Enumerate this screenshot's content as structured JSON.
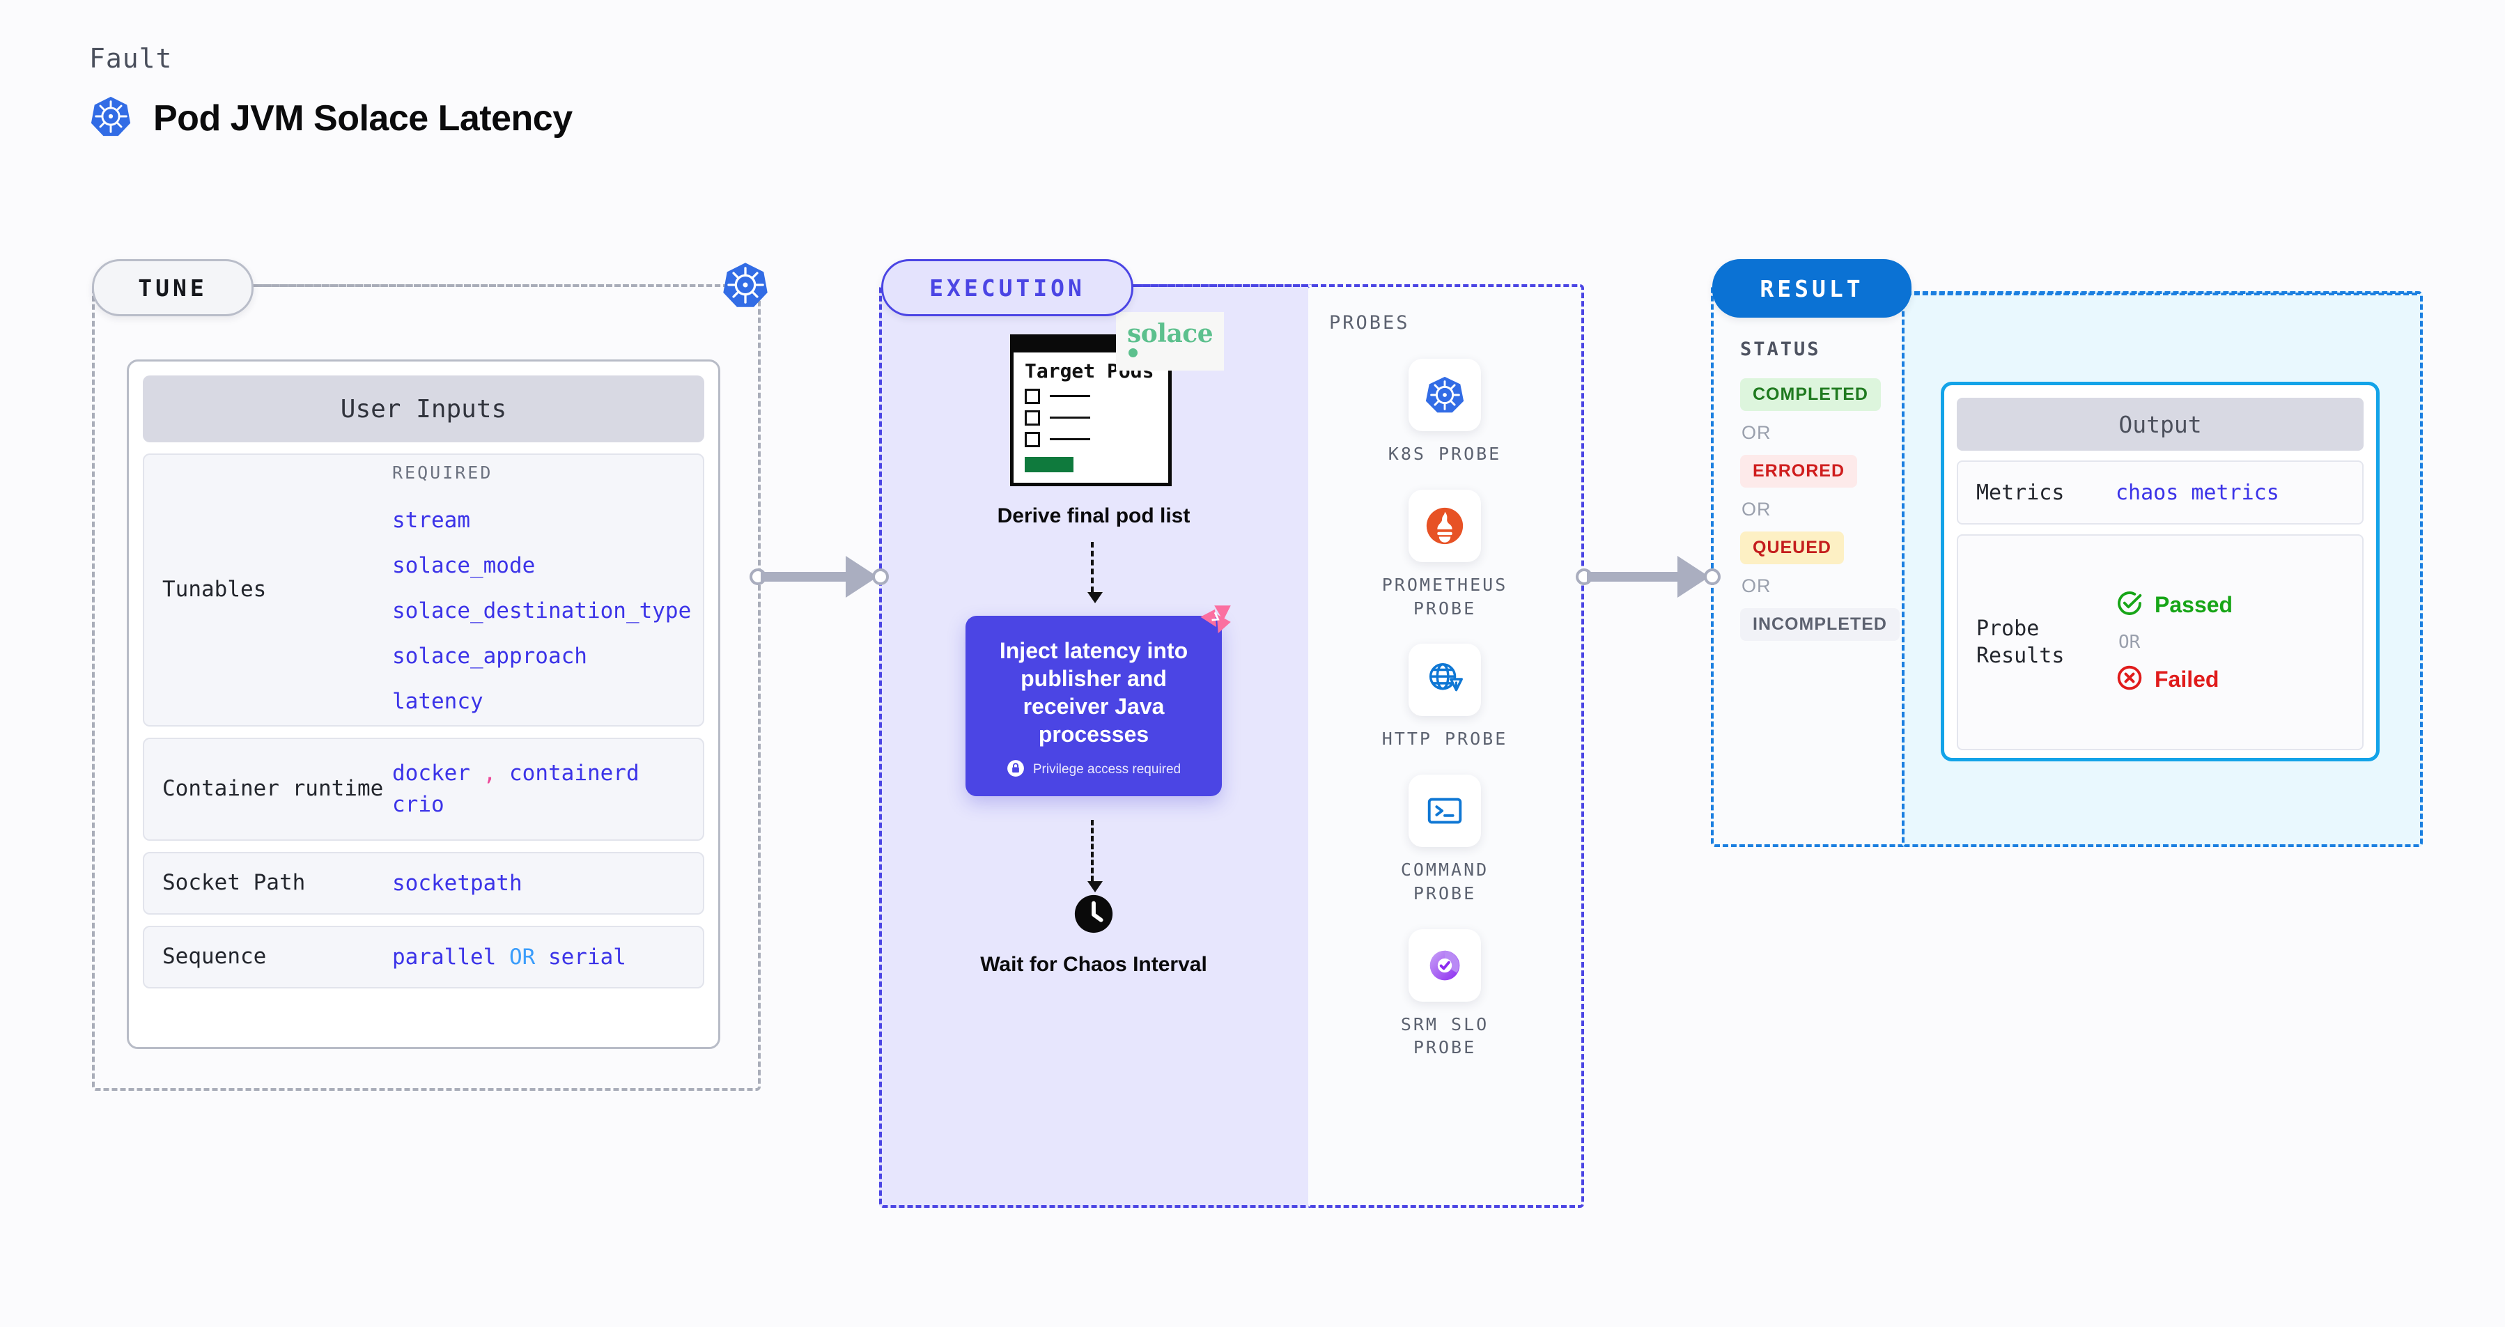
{
  "header": {
    "kicker": "Fault",
    "title": "Pod JVM Solace Latency",
    "icon": "kubernetes-icon"
  },
  "stages": {
    "tune": {
      "label": "TUNE"
    },
    "execution": {
      "label": "EXECUTION"
    },
    "result": {
      "label": "RESULT"
    }
  },
  "tune": {
    "panel_title": "User Inputs",
    "required_label": "REQUIRED",
    "rows": [
      {
        "key": "Tunables",
        "values": [
          "stream",
          "solace_mode",
          "solace_destination_type",
          "solace_approach",
          "latency"
        ]
      },
      {
        "key": "Container runtime",
        "values": [
          "docker",
          "containerd",
          "crio"
        ],
        "separator": ","
      },
      {
        "key": "Socket Path",
        "values": [
          "socketpath"
        ]
      },
      {
        "key": "Sequence",
        "values": [
          "parallel",
          "serial"
        ],
        "joiner": "OR"
      }
    ]
  },
  "execution": {
    "steps": [
      {
        "id": "derive-pod-list",
        "caption": "Derive final pod list",
        "card_title": "Target Pods",
        "brand_logo": "solace"
      },
      {
        "id": "inject-latency",
        "text": "Inject latency into publisher and receiver Java processes",
        "badge": "Privilege access required",
        "badge_icon": "lock-icon",
        "corner_icon": "litmuschaos-icon"
      },
      {
        "id": "wait-chaos-interval",
        "caption": "Wait for Chaos Interval",
        "icon": "clock-icon"
      }
    ]
  },
  "probes": {
    "title": "PROBES",
    "items": [
      {
        "label": "K8S PROBE",
        "icon": "kubernetes-icon"
      },
      {
        "label": "PROMETHEUS PROBE",
        "icon": "prometheus-icon"
      },
      {
        "label": "HTTP PROBE",
        "icon": "http-globe-warning-icon"
      },
      {
        "label": "COMMAND PROBE",
        "icon": "terminal-icon"
      },
      {
        "label": "SRM SLO PROBE",
        "icon": "srm-slo-icon"
      }
    ]
  },
  "result": {
    "status_label": "STATUS",
    "or_label": "OR",
    "statuses": [
      {
        "label": "COMPLETED",
        "bg": "#ddf5dd",
        "fg": "#1f7a1f"
      },
      {
        "label": "ERRORED",
        "bg": "#fdeaea",
        "fg": "#cf1d1d"
      },
      {
        "label": "QUEUED",
        "bg": "#fdf0c4",
        "fg": "#c41d1d"
      },
      {
        "label": "INCOMPLETED",
        "bg": "#f1f2f7",
        "fg": "#5d6270"
      }
    ]
  },
  "output": {
    "panel_title": "Output",
    "metrics_key": "Metrics",
    "metrics_value": "chaos metrics",
    "probe_results_key": "Probe Results",
    "or_label": "OR",
    "passed": {
      "label": "Passed",
      "color": "#17a517",
      "icon": "check-circle-icon"
    },
    "failed": {
      "label": "Failed",
      "color": "#e01b1b",
      "icon": "x-circle-icon"
    }
  },
  "colors": {
    "accent_execution": "#4b45e4",
    "accent_result": "#0b72d4",
    "accent_output": "#13a3e8",
    "tune_border": "#a9adb9",
    "code_blue": "#3b33e8",
    "connector": "#aaaec0"
  }
}
